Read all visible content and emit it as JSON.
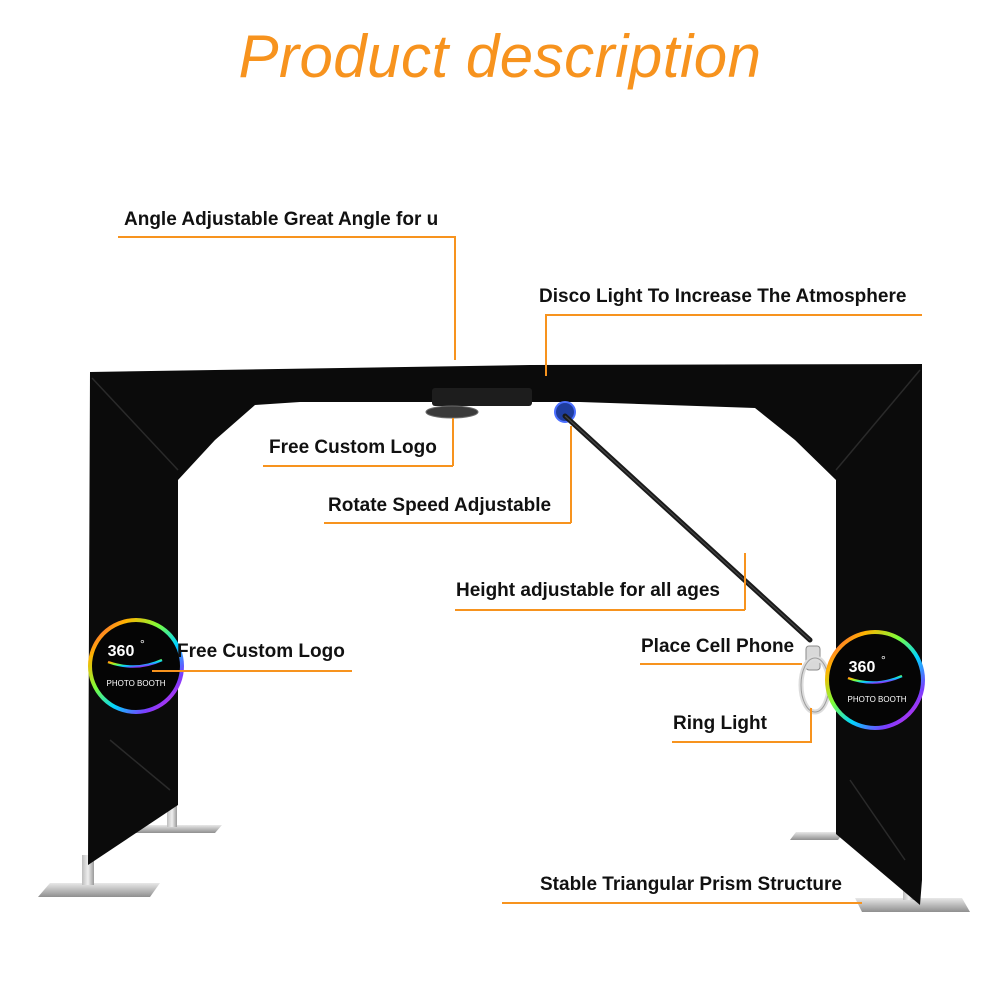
{
  "title": "Product description",
  "colors": {
    "accent": "#f7931e",
    "frame": "#0b0b0b",
    "background": "#ffffff"
  },
  "labels": {
    "angle": "Angle Adjustable Great Angle for u",
    "disco": "Disco Light To Increase The Atmosphere",
    "logo_top": "Free Custom Logo",
    "rotate": "Rotate Speed Adjustable",
    "height": "Height adjustable for all ages",
    "logo_left": "Free Custom Logo",
    "phone": "Place Cell Phone",
    "ring": "Ring Light",
    "stable": "Stable Triangular Prism Structure"
  },
  "panel_logo": {
    "number": "360",
    "degree": "°",
    "caption": "PHOTO BOOTH"
  }
}
